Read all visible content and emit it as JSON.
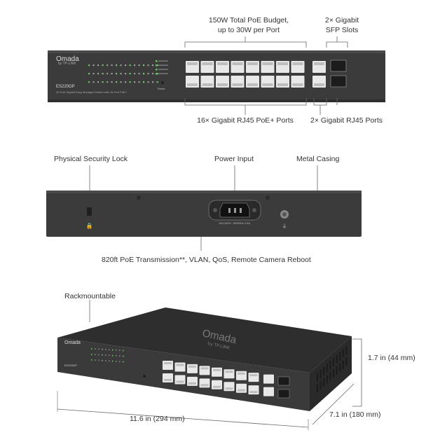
{
  "front_view": {
    "callouts": {
      "poe_budget": "150W Total PoE Budget,\nup to 30W per Port",
      "sfp_slots": "2× Gigabit\nSFP Slots",
      "poe_ports": "16× Gigabit RJ45 PoE+ Ports",
      "rj45_ports": "2× Gigabit RJ45 Ports"
    },
    "device": {
      "brand": "Omada",
      "brand_sub": "by TP-LINK",
      "model": "ES220GP",
      "model_desc": "20-Port Gigabit Easy Managed Switch with 16-Port PoE+",
      "reset_label": "Reset"
    }
  },
  "rear_view": {
    "callouts": {
      "security_lock": "Physical Security Lock",
      "power_input": "Power Input",
      "metal_casing": "Metal Casing",
      "features": "820ft PoE Transmission**, VLAN, QoS, Remote Camera Reboot"
    },
    "power_rating": "100-240V~ 50/60Hz 2.5A"
  },
  "perspective_view": {
    "callouts": {
      "rackmountable": "Rackmountable",
      "height": "1.7 in (44 mm)",
      "width": "11.6 in (294 mm)",
      "depth": "7.1 in (180 mm)"
    },
    "device": {
      "brand": "Omada",
      "brand_sub": "by TP-LINK",
      "model": "ES220GP"
    }
  },
  "colors": {
    "chassis": "#3b3b3b",
    "chassis_dark": "#2a2a2a",
    "port_fill": "#e8e8e8",
    "port_body": "#bdbdbd",
    "led_green": "#6fc36a",
    "led_amber": "#e5b23b",
    "line": "#555555"
  }
}
